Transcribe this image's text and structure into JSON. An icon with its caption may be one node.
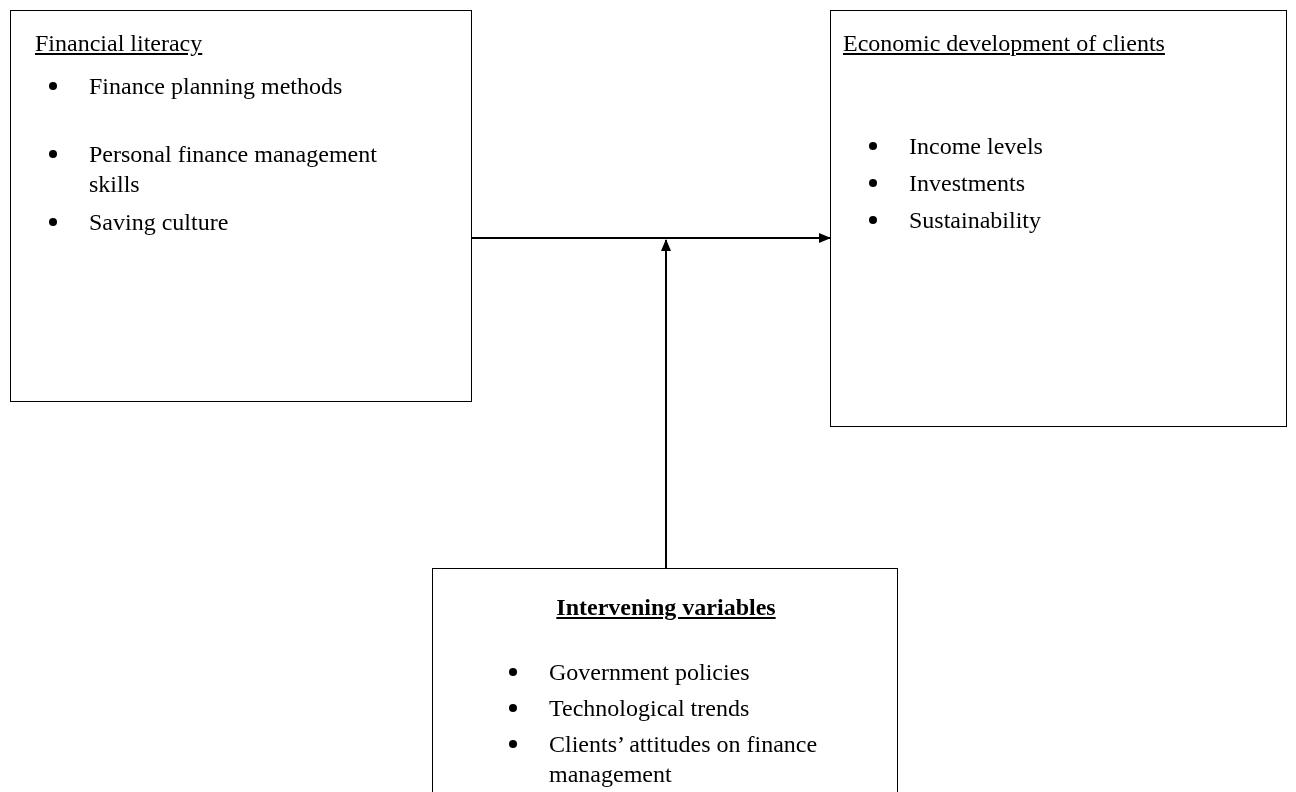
{
  "diagram": {
    "nodes": [
      {
        "text": [
          "Financial literacy",
          "Finance planning methods",
          "Personal finance management skills",
          "Saving culture"
        ]
      },
      {
        "text": [
          "Economic development of clients",
          "Income levels",
          "Investments",
          "Sustainability"
        ]
      },
      {
        "text": [
          "Intervening variables",
          "Government policies",
          "Technological trends",
          "Clients’ attitudes on finance management"
        ]
      }
    ],
    "edges": [
      {
        "from": 0,
        "to": 1,
        "arrow": "to"
      },
      {
        "from": 2,
        "to": null,
        "arrow": "to"
      }
    ]
  }
}
